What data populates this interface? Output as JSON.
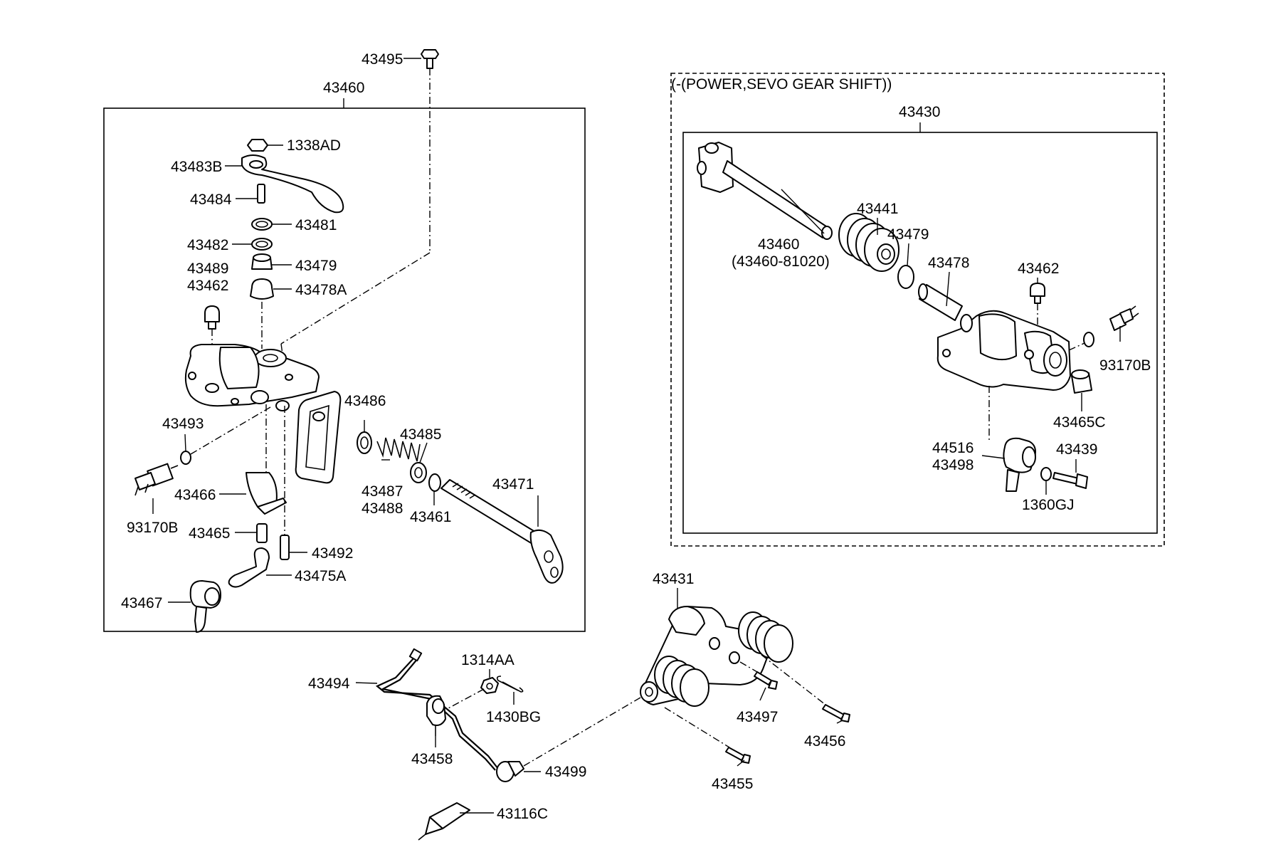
{
  "diagram": {
    "power_group_title": "(-(POWER,SEVO GEAR SHIFT))",
    "main_assembly_label": "43460",
    "power_assembly_label": "43430",
    "labels": {
      "p43495": "43495",
      "p1338AD": "1338AD",
      "p43483B": "43483B",
      "p43484": "43484",
      "p43481": "43481",
      "p43482": "43482",
      "p43479_main": "43479",
      "p43489": "43489",
      "p43462_main": "43462",
      "p43478A": "43478A",
      "p43486": "43486",
      "p43493": "43493",
      "p43485": "43485",
      "p43466": "43466",
      "p43487": "43487",
      "p43488": "43488",
      "p43471": "43471",
      "p93170B_main": "93170B",
      "p43461": "43461",
      "p43465": "43465",
      "p43492": "43492",
      "p43475A": "43475A",
      "p43467": "43467",
      "p43441": "43441",
      "p43479_power": "43479",
      "p43478": "43478",
      "p43460_power": "43460",
      "p43460_81020": "(43460-81020)",
      "p43462_power": "43462",
      "p93170B_power": "93170B",
      "p43465C": "43465C",
      "p44516": "44516",
      "p43498": "43498",
      "p43439": "43439",
      "p1360GJ": "1360GJ",
      "p43431": "43431",
      "p1314AA": "1314AA",
      "p43494": "43494",
      "p1430BG": "1430BG",
      "p43497": "43497",
      "p43456": "43456",
      "p43458": "43458",
      "p43499": "43499",
      "p43455": "43455",
      "p43116C": "43116C"
    }
  }
}
